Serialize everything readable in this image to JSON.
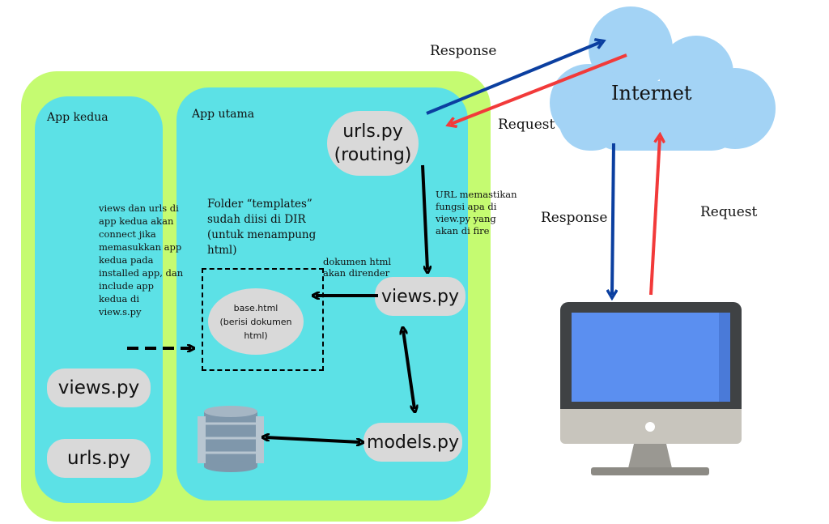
{
  "apps": {
    "second_title": "App kedua",
    "main_title": "App utama"
  },
  "nodes": {
    "urls_main": [
      "urls.py",
      "(routing)"
    ],
    "views_main": "views.py",
    "models": "models.py",
    "views_second": "views.py",
    "urls_second": "urls.py",
    "base_html": [
      "base.html",
      "(berisi dokumen",
      "html)"
    ]
  },
  "notes": {
    "second_app": [
      "views dan urls di",
      "app kedua akan",
      "connect jika",
      "memasukkan app",
      "kedua pada",
      "installed app, dan",
      "include app",
      "kedua di",
      "view.s.py"
    ],
    "templates": [
      "Folder “templates”",
      "sudah diisi di DIR",
      "(untuk menampung",
      "html)"
    ],
    "url_fire": [
      "URL memastikan",
      "fungsi apa di",
      "view.py yang",
      "akan di fire"
    ],
    "render": [
      "dokumen html",
      "akan dirender"
    ]
  },
  "flows": {
    "response_top": "Response",
    "request_top": "Request",
    "response_bottom": "Response",
    "request_bottom": "Request"
  },
  "internet": "Internet",
  "colors": {
    "outer": "#c5fb71",
    "app_panel": "#5ce1e6",
    "node": "#d9d9d9",
    "cloud": "#a3d3f5",
    "response": "#0b3fa0",
    "request": "#f23a3a",
    "screen": "#5b8ff0"
  }
}
